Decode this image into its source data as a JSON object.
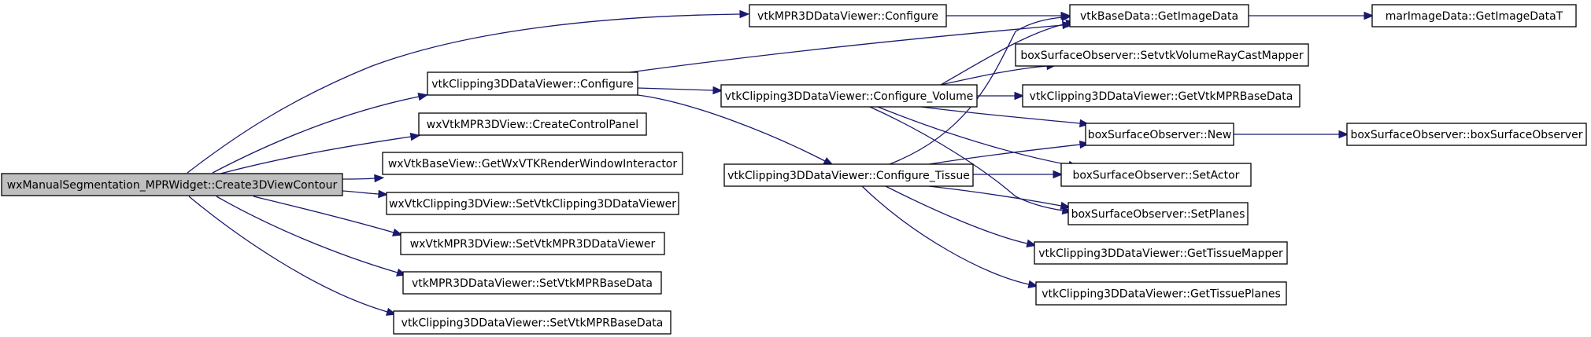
{
  "colors": {
    "edge": "#191970",
    "node_border": "#000000",
    "root_fill": "#bfbfbf",
    "node_fill": "#ffffff"
  },
  "nodes": [
    {
      "id": "root",
      "label": "wxManualSegmentation_MPRWidget::Create3DViewContour",
      "highlighted": true
    },
    {
      "id": "mpr_configure",
      "label": "vtkMPR3DDataViewer::Configure"
    },
    {
      "id": "clip_configure",
      "label": "vtkClipping3DDataViewer::Configure"
    },
    {
      "id": "create_control_panel",
      "label": "wxVtkMPR3DView::CreateControlPanel"
    },
    {
      "id": "get_render_interactor",
      "label": "wxVtkBaseView::GetWxVTKRenderWindowInteractor"
    },
    {
      "id": "set_clip_viewer",
      "label": "wxVtkClipping3DView::SetVtkClipping3DDataViewer"
    },
    {
      "id": "set_mpr_viewer",
      "label": "wxVtkMPR3DView::SetVtkMPR3DDataViewer"
    },
    {
      "id": "mpr_set_base",
      "label": "vtkMPR3DDataViewer::SetVtkMPRBaseData"
    },
    {
      "id": "clip_set_base",
      "label": "vtkClipping3DDataViewer::SetVtkMPRBaseData"
    },
    {
      "id": "configure_volume",
      "label": "vtkClipping3DDataViewer::Configure_Volume"
    },
    {
      "id": "configure_tissue",
      "label": "vtkClipping3DDataViewer::Configure_Tissue"
    },
    {
      "id": "get_image_data",
      "label": "vtkBaseData::GetImageData"
    },
    {
      "id": "get_image_data_t",
      "label": "marImageData::GetImageDataT"
    },
    {
      "id": "set_raycast_mapper",
      "label": "boxSurfaceObserver::SetvtkVolumeRayCastMapper"
    },
    {
      "id": "get_mpr_base",
      "label": "vtkClipping3DDataViewer::GetVtkMPRBaseData"
    },
    {
      "id": "box_new",
      "label": "boxSurfaceObserver::New"
    },
    {
      "id": "box_ctor",
      "label": "boxSurfaceObserver::boxSurfaceObserver"
    },
    {
      "id": "set_actor",
      "label": "boxSurfaceObserver::SetActor"
    },
    {
      "id": "set_planes",
      "label": "boxSurfaceObserver::SetPlanes"
    },
    {
      "id": "get_tissue_mapper",
      "label": "vtkClipping3DDataViewer::GetTissueMapper"
    },
    {
      "id": "get_tissue_planes",
      "label": "vtkClipping3DDataViewer::GetTissuePlanes"
    }
  ],
  "edges": [
    {
      "from": "root",
      "to": "mpr_configure"
    },
    {
      "from": "root",
      "to": "clip_configure"
    },
    {
      "from": "root",
      "to": "create_control_panel"
    },
    {
      "from": "root",
      "to": "get_render_interactor"
    },
    {
      "from": "root",
      "to": "set_clip_viewer"
    },
    {
      "from": "root",
      "to": "set_mpr_viewer"
    },
    {
      "from": "root",
      "to": "mpr_set_base"
    },
    {
      "from": "root",
      "to": "clip_set_base"
    },
    {
      "from": "mpr_configure",
      "to": "get_image_data"
    },
    {
      "from": "clip_configure",
      "to": "get_image_data"
    },
    {
      "from": "clip_configure",
      "to": "configure_volume"
    },
    {
      "from": "clip_configure",
      "to": "configure_tissue"
    },
    {
      "from": "get_image_data",
      "to": "get_image_data_t"
    },
    {
      "from": "configure_volume",
      "to": "get_image_data"
    },
    {
      "from": "configure_volume",
      "to": "set_raycast_mapper"
    },
    {
      "from": "configure_volume",
      "to": "get_mpr_base"
    },
    {
      "from": "configure_volume",
      "to": "box_new"
    },
    {
      "from": "configure_volume",
      "to": "set_actor"
    },
    {
      "from": "configure_volume",
      "to": "set_planes"
    },
    {
      "from": "configure_tissue",
      "to": "get_image_data"
    },
    {
      "from": "configure_tissue",
      "to": "box_new"
    },
    {
      "from": "configure_tissue",
      "to": "set_actor"
    },
    {
      "from": "configure_tissue",
      "to": "set_planes"
    },
    {
      "from": "configure_tissue",
      "to": "get_tissue_mapper"
    },
    {
      "from": "configure_tissue",
      "to": "get_tissue_planes"
    },
    {
      "from": "box_new",
      "to": "box_ctor"
    }
  ]
}
